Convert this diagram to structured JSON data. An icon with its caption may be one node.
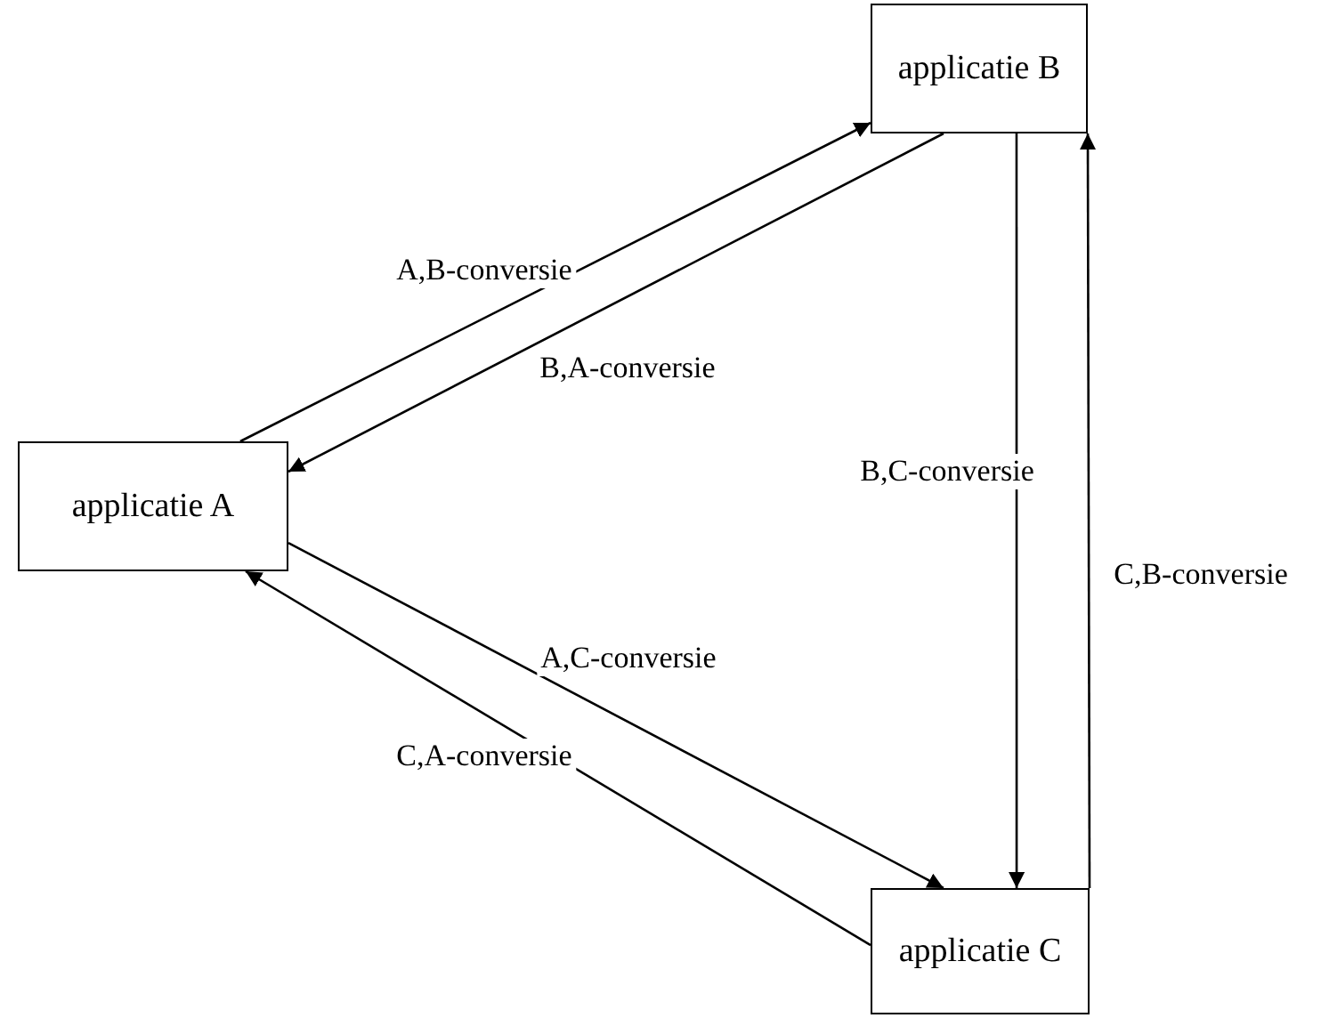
{
  "diagram": {
    "nodes": [
      {
        "text": [
          "applicatie A"
        ]
      },
      {
        "text": [
          "applicatie B"
        ]
      },
      {
        "text": [
          "applicatie C"
        ]
      }
    ],
    "edges": [
      {
        "from": 0,
        "to": 1,
        "arrow": "to",
        "label": "A,B-conversie"
      },
      {
        "from": 1,
        "to": 0,
        "arrow": "to",
        "label": "B,A-conversie"
      },
      {
        "from": 1,
        "to": 2,
        "arrow": "to",
        "label": "B,C-conversie"
      },
      {
        "from": 2,
        "to": 1,
        "arrow": "to",
        "label": "C,B-conversie"
      },
      {
        "from": 0,
        "to": 2,
        "arrow": "to",
        "label": "A,C-conversie"
      },
      {
        "from": 2,
        "to": 0,
        "arrow": "to",
        "label": "C,A-conversie"
      }
    ]
  }
}
